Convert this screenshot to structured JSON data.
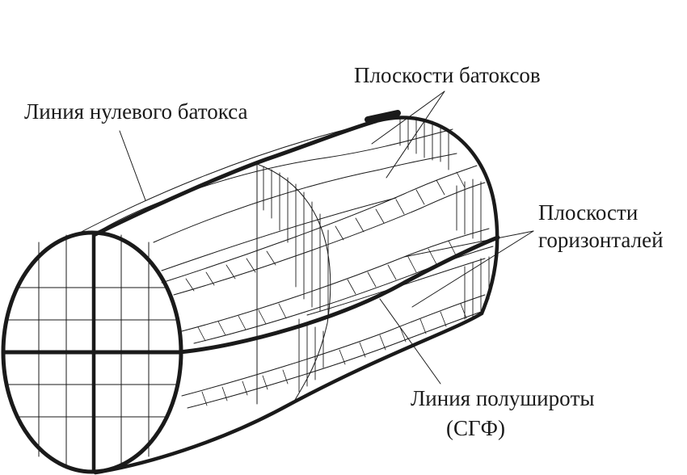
{
  "labels": {
    "zero_buttock_line": "Линия нулевого батокса",
    "buttock_planes": "Плоскости батоксов",
    "waterline_planes_1": "Плоскости",
    "waterline_planes_2": "горизонталей",
    "half_breadth_line_1": "Линия полуширoты",
    "half_breadth_line_2": "(СГФ)"
  },
  "colors": {
    "stroke": "#1a1a1a",
    "background": "#ffffff"
  }
}
